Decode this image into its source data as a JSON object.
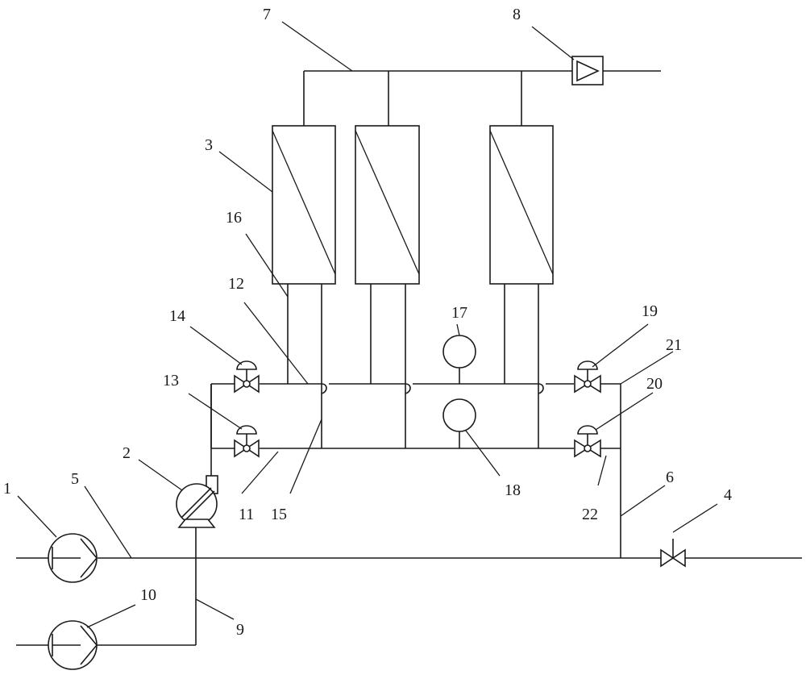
{
  "labels": {
    "n1": "1",
    "n2": "2",
    "n3": "3",
    "n4": "4",
    "n5": "5",
    "n6": "6",
    "n7": "7",
    "n8": "8",
    "n9": "9",
    "n10": "10",
    "n11": "11",
    "n12": "12",
    "n13": "13",
    "n14": "14",
    "n15": "15",
    "n16": "16",
    "n17": "17",
    "n18": "18",
    "n19": "19",
    "n20": "20",
    "n21": "21",
    "n22": "22"
  }
}
